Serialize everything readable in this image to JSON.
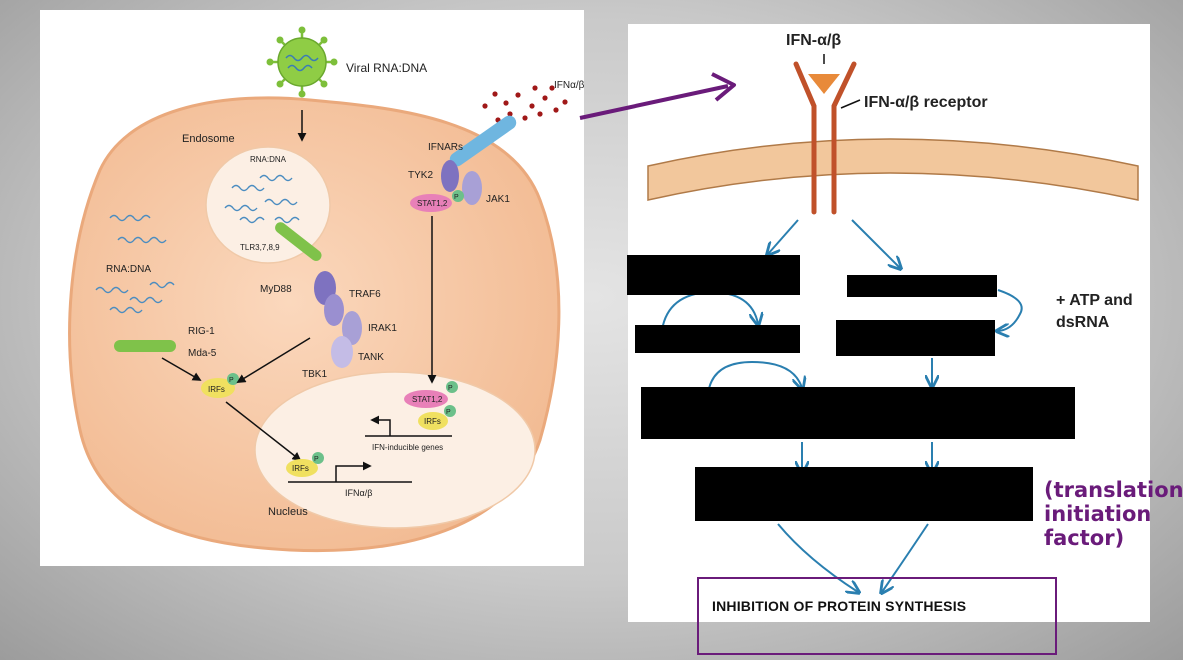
{
  "left_diagram": {
    "virus_label": "Viral RNA:DNA",
    "endosome_label": "Endosome",
    "endosome_content": "RNA:DNA",
    "tlr_label": "TLR3,7,8,9",
    "cytoplasm_rna_label": "RNA:DNA",
    "myd88_label": "MyD88",
    "traf6_label": "TRAF6",
    "irak1_label": "IRAK1",
    "tank_label": "TANK",
    "tbk1_label": "TBK1",
    "rig1_label": "RIG-1",
    "mda5_label": "Mda-5",
    "irfs_label": "IRFs",
    "ifn_secreted_label": "IFNα/β",
    "ifnars_label": "IFNARs",
    "tyk2_label": "TYK2",
    "jak1_label": "JAK1",
    "stat_label": "STAT1,2",
    "p_label": "P",
    "nucleus_stat_label": "STAT1,2",
    "nucleus_irfs_label": "IRFs",
    "ifn_inducible_label": "IFN-inducible genes",
    "nucleus_irfs2_label": "IRFs",
    "ifn_gene_label": "IFNα/β",
    "nucleus_label": "Nucleus"
  },
  "right_diagram": {
    "ifn_label": "IFN-α/β",
    "receptor_label": "IFN-α/β receptor",
    "atp_label_line1": "+ ATP and",
    "atp_label_line2": "dsRNA",
    "note_line1": "(translation",
    "note_line2": "initiation",
    "note_line3": "factor)",
    "result_label": "INHIBITION OF PROTEIN SYNTHESIS"
  },
  "colors": {
    "cell": "#f6c9a8",
    "membrane": "#e9b07e",
    "receptor": "#c0512a",
    "arrow_blue": "#2a7fb0",
    "arrow_purple": "#6a1b7a",
    "virus_green": "#7dbf3a",
    "tlr_green": "#7fc24a",
    "ifnar_blue": "#6fb6e0",
    "kinase_purple": "#8a7fc4",
    "stat_pink": "#e880b8",
    "irf_yellow": "#f0e060",
    "p_green": "#6cc08a",
    "ifn_dots": "#a01818"
  }
}
